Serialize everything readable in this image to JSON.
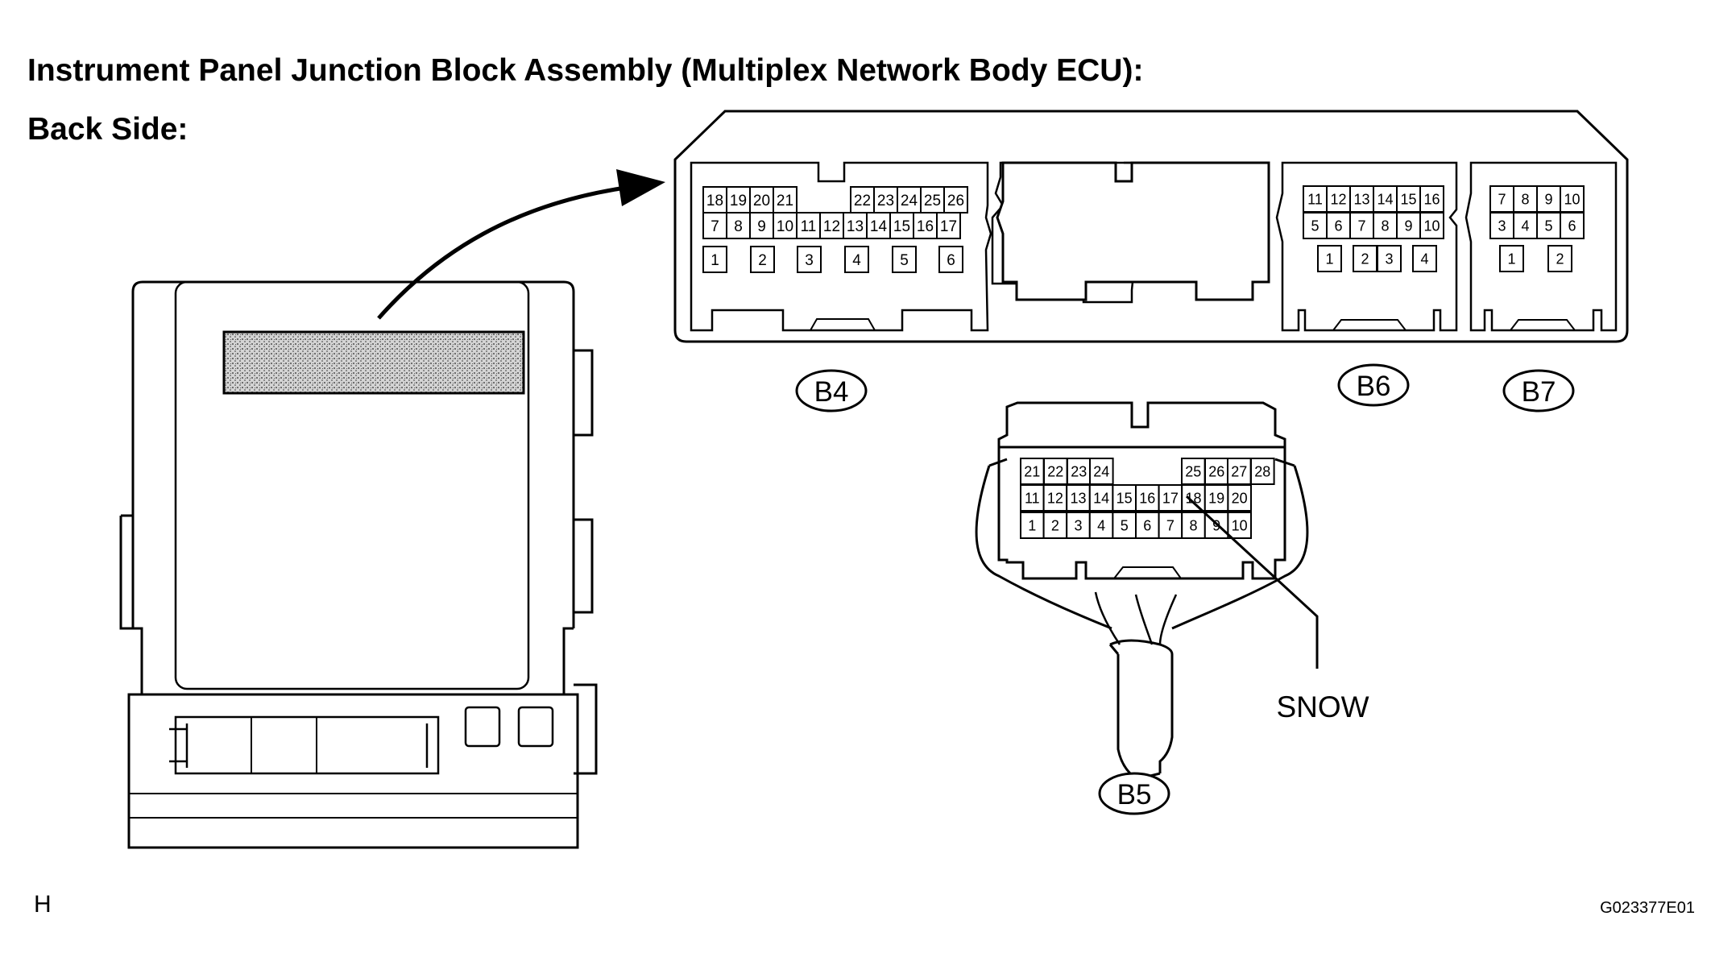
{
  "title": "Instrument Panel Junction Block Assembly (Multiplex Network Body ECU):",
  "subtitle": "Back Side:",
  "connectors": {
    "b4": {
      "label": "B4",
      "rows": [
        [
          "18",
          "19",
          "20",
          "21",
          "22",
          "23",
          "24",
          "25",
          "26"
        ],
        [
          "7",
          "8",
          "9",
          "10",
          "11",
          "12",
          "13",
          "14",
          "15",
          "16",
          "17"
        ],
        [
          "1",
          "2",
          "3",
          "4",
          "5",
          "6"
        ]
      ]
    },
    "b5": {
      "label": "B5",
      "rows": [
        [
          "21",
          "22",
          "23",
          "24",
          "25",
          "26",
          "27",
          "28"
        ],
        [
          "11",
          "12",
          "13",
          "14",
          "15",
          "16",
          "17",
          "18",
          "19",
          "20"
        ],
        [
          "1",
          "2",
          "3",
          "4",
          "5",
          "6",
          "7",
          "8",
          "9",
          "10"
        ]
      ]
    },
    "b6": {
      "label": "B6",
      "rows": [
        [
          "11",
          "12",
          "13",
          "14",
          "15",
          "16"
        ],
        [
          "5",
          "6",
          "7",
          "8",
          "9",
          "10"
        ],
        [
          "1",
          "2",
          "3",
          "4"
        ]
      ]
    },
    "b7": {
      "label": "B7",
      "rows": [
        [
          "7",
          "8",
          "9",
          "10"
        ],
        [
          "3",
          "4",
          "5",
          "6"
        ],
        [
          "1",
          "2"
        ]
      ]
    }
  },
  "callout": {
    "label": "SNOW"
  },
  "footer": {
    "page_marker": "H",
    "figure_code": "G023377E01"
  }
}
